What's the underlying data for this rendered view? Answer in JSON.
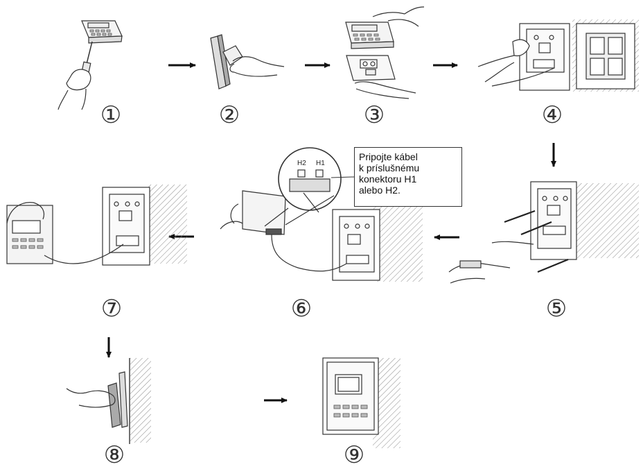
{
  "steps": [
    "①",
    "②",
    "③",
    "④",
    "⑤",
    "⑥",
    "⑦",
    "⑧",
    "⑨"
  ],
  "callout": {
    "lines": [
      "Pripojte kábel",
      "k príslušnému",
      "konektoru H1",
      "alebo H2."
    ]
  },
  "connectors": {
    "left": "H2",
    "right": "H1"
  }
}
